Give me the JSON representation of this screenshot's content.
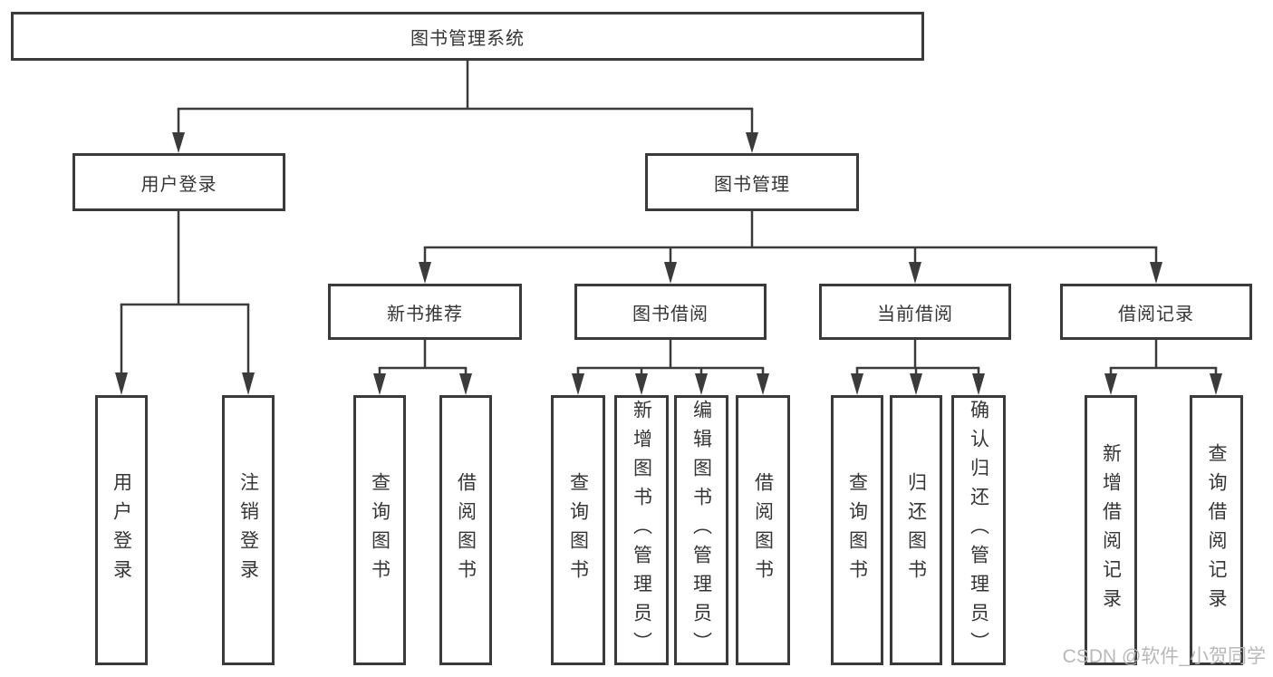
{
  "root": {
    "label": "图书管理系统"
  },
  "branches": [
    {
      "label": "用户登录"
    },
    {
      "label": "图书管理"
    }
  ],
  "groups": [
    {
      "label": "新书推荐"
    },
    {
      "label": "图书借阅"
    },
    {
      "label": "当前借阅"
    },
    {
      "label": "借阅记录"
    }
  ],
  "leaves": [
    {
      "label": "用户登录"
    },
    {
      "label": "注销登录"
    },
    {
      "label": "查询图书"
    },
    {
      "label": "借阅图书"
    },
    {
      "label": "查询图书"
    },
    {
      "label": "新增图书（管理员）"
    },
    {
      "label": "编辑图书（管理员）"
    },
    {
      "label": "借阅图书"
    },
    {
      "label": "查询图书"
    },
    {
      "label": "归还图书"
    },
    {
      "label": "确认归还（管理员）"
    },
    {
      "label": "新增借阅记录"
    },
    {
      "label": "查询借阅记录"
    }
  ],
  "watermark": {
    "text": "CSDN @软件_小贺同学"
  },
  "colors": {
    "line": "#3b3b3b",
    "text": "#353535",
    "watermark": "#b7b4b4",
    "background": "#ffffff"
  }
}
